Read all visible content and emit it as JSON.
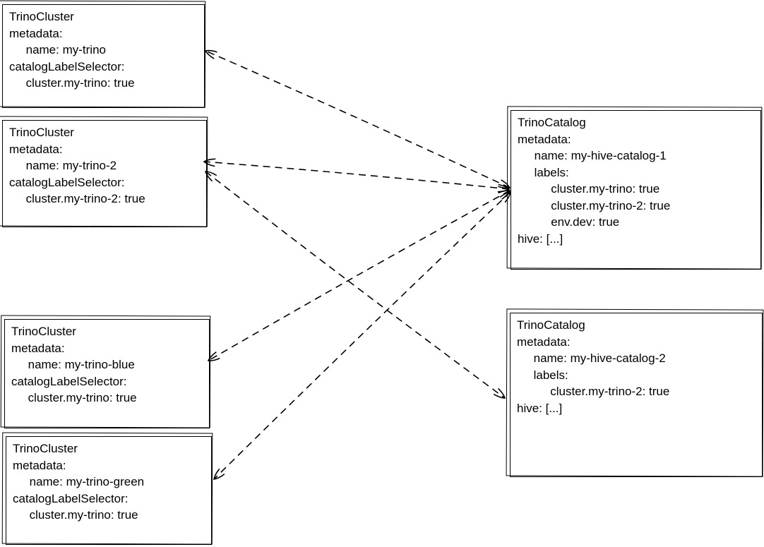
{
  "diagram": {
    "background_color": "#ffffff",
    "line_color": "#000000",
    "text_color": "#000000",
    "nodes": [
      {
        "id": "trinocluster-my-trino",
        "kind": "TrinoCluster",
        "lines": [
          "TrinoCluster",
          "metadata:",
          "     name: my-trino",
          "catalogLabelSelector:",
          "     cluster.my-trino: true"
        ]
      },
      {
        "id": "trinocluster-my-trino-2",
        "kind": "TrinoCluster",
        "lines": [
          "TrinoCluster",
          "metadata:",
          "     name: my-trino-2",
          "catalogLabelSelector:",
          "     cluster.my-trino-2: true"
        ]
      },
      {
        "id": "trinocluster-my-trino-blue",
        "kind": "TrinoCluster",
        "lines": [
          "TrinoCluster",
          "metadata:",
          "     name: my-trino-blue",
          "catalogLabelSelector:",
          "     cluster.my-trino: true"
        ]
      },
      {
        "id": "trinocluster-my-trino-green",
        "kind": "TrinoCluster",
        "lines": [
          "TrinoCluster",
          "metadata:",
          "     name: my-trino-green",
          "catalogLabelSelector:",
          "     cluster.my-trino: true"
        ]
      },
      {
        "id": "trinocatalog-my-hive-catalog-1",
        "kind": "TrinoCatalog",
        "lines": [
          "TrinoCatalog",
          "metadata:",
          "     name: my-hive-catalog-1",
          "     labels:",
          "          cluster.my-trino: true",
          "          cluster.my-trino-2: true",
          "          env.dev: true",
          "hive: [...]"
        ]
      },
      {
        "id": "trinocatalog-my-hive-catalog-2",
        "kind": "TrinoCatalog",
        "lines": [
          "TrinoCatalog",
          "metadata:",
          "     name: my-hive-catalog-2",
          "     labels:",
          "          cluster.my-trino-2: true",
          "hive: [...]"
        ]
      }
    ],
    "edges": [
      {
        "from": "trinocatalog-my-hive-catalog-1",
        "to": "trinocluster-my-trino",
        "style": "dashed",
        "arrowheads": "both",
        "points": [
          [
            722,
            266
          ],
          [
            291,
            72
          ]
        ]
      },
      {
        "from": "trinocatalog-my-hive-catalog-1",
        "to": "trinocluster-my-trino-2",
        "style": "dashed",
        "arrowheads": "both",
        "points": [
          [
            721,
            268
          ],
          [
            289,
            229
          ]
        ]
      },
      {
        "from": "trinocatalog-my-hive-catalog-1",
        "to": "trinocluster-my-trino-blue",
        "style": "dashed",
        "arrowheads": "both",
        "points": [
          [
            722,
            270
          ],
          [
            295,
            511
          ]
        ]
      },
      {
        "from": "trinocatalog-my-hive-catalog-1",
        "to": "trinocluster-my-trino-green",
        "style": "dashed",
        "arrowheads": "both",
        "points": [
          [
            723,
            272
          ],
          [
            303,
            679
          ]
        ]
      },
      {
        "from": "trinocluster-my-trino-2",
        "to": "trinocatalog-my-hive-catalog-2",
        "style": "dashed",
        "arrowheads": "both",
        "points": [
          [
            291,
            243
          ],
          [
            715,
            564
          ]
        ]
      }
    ]
  }
}
